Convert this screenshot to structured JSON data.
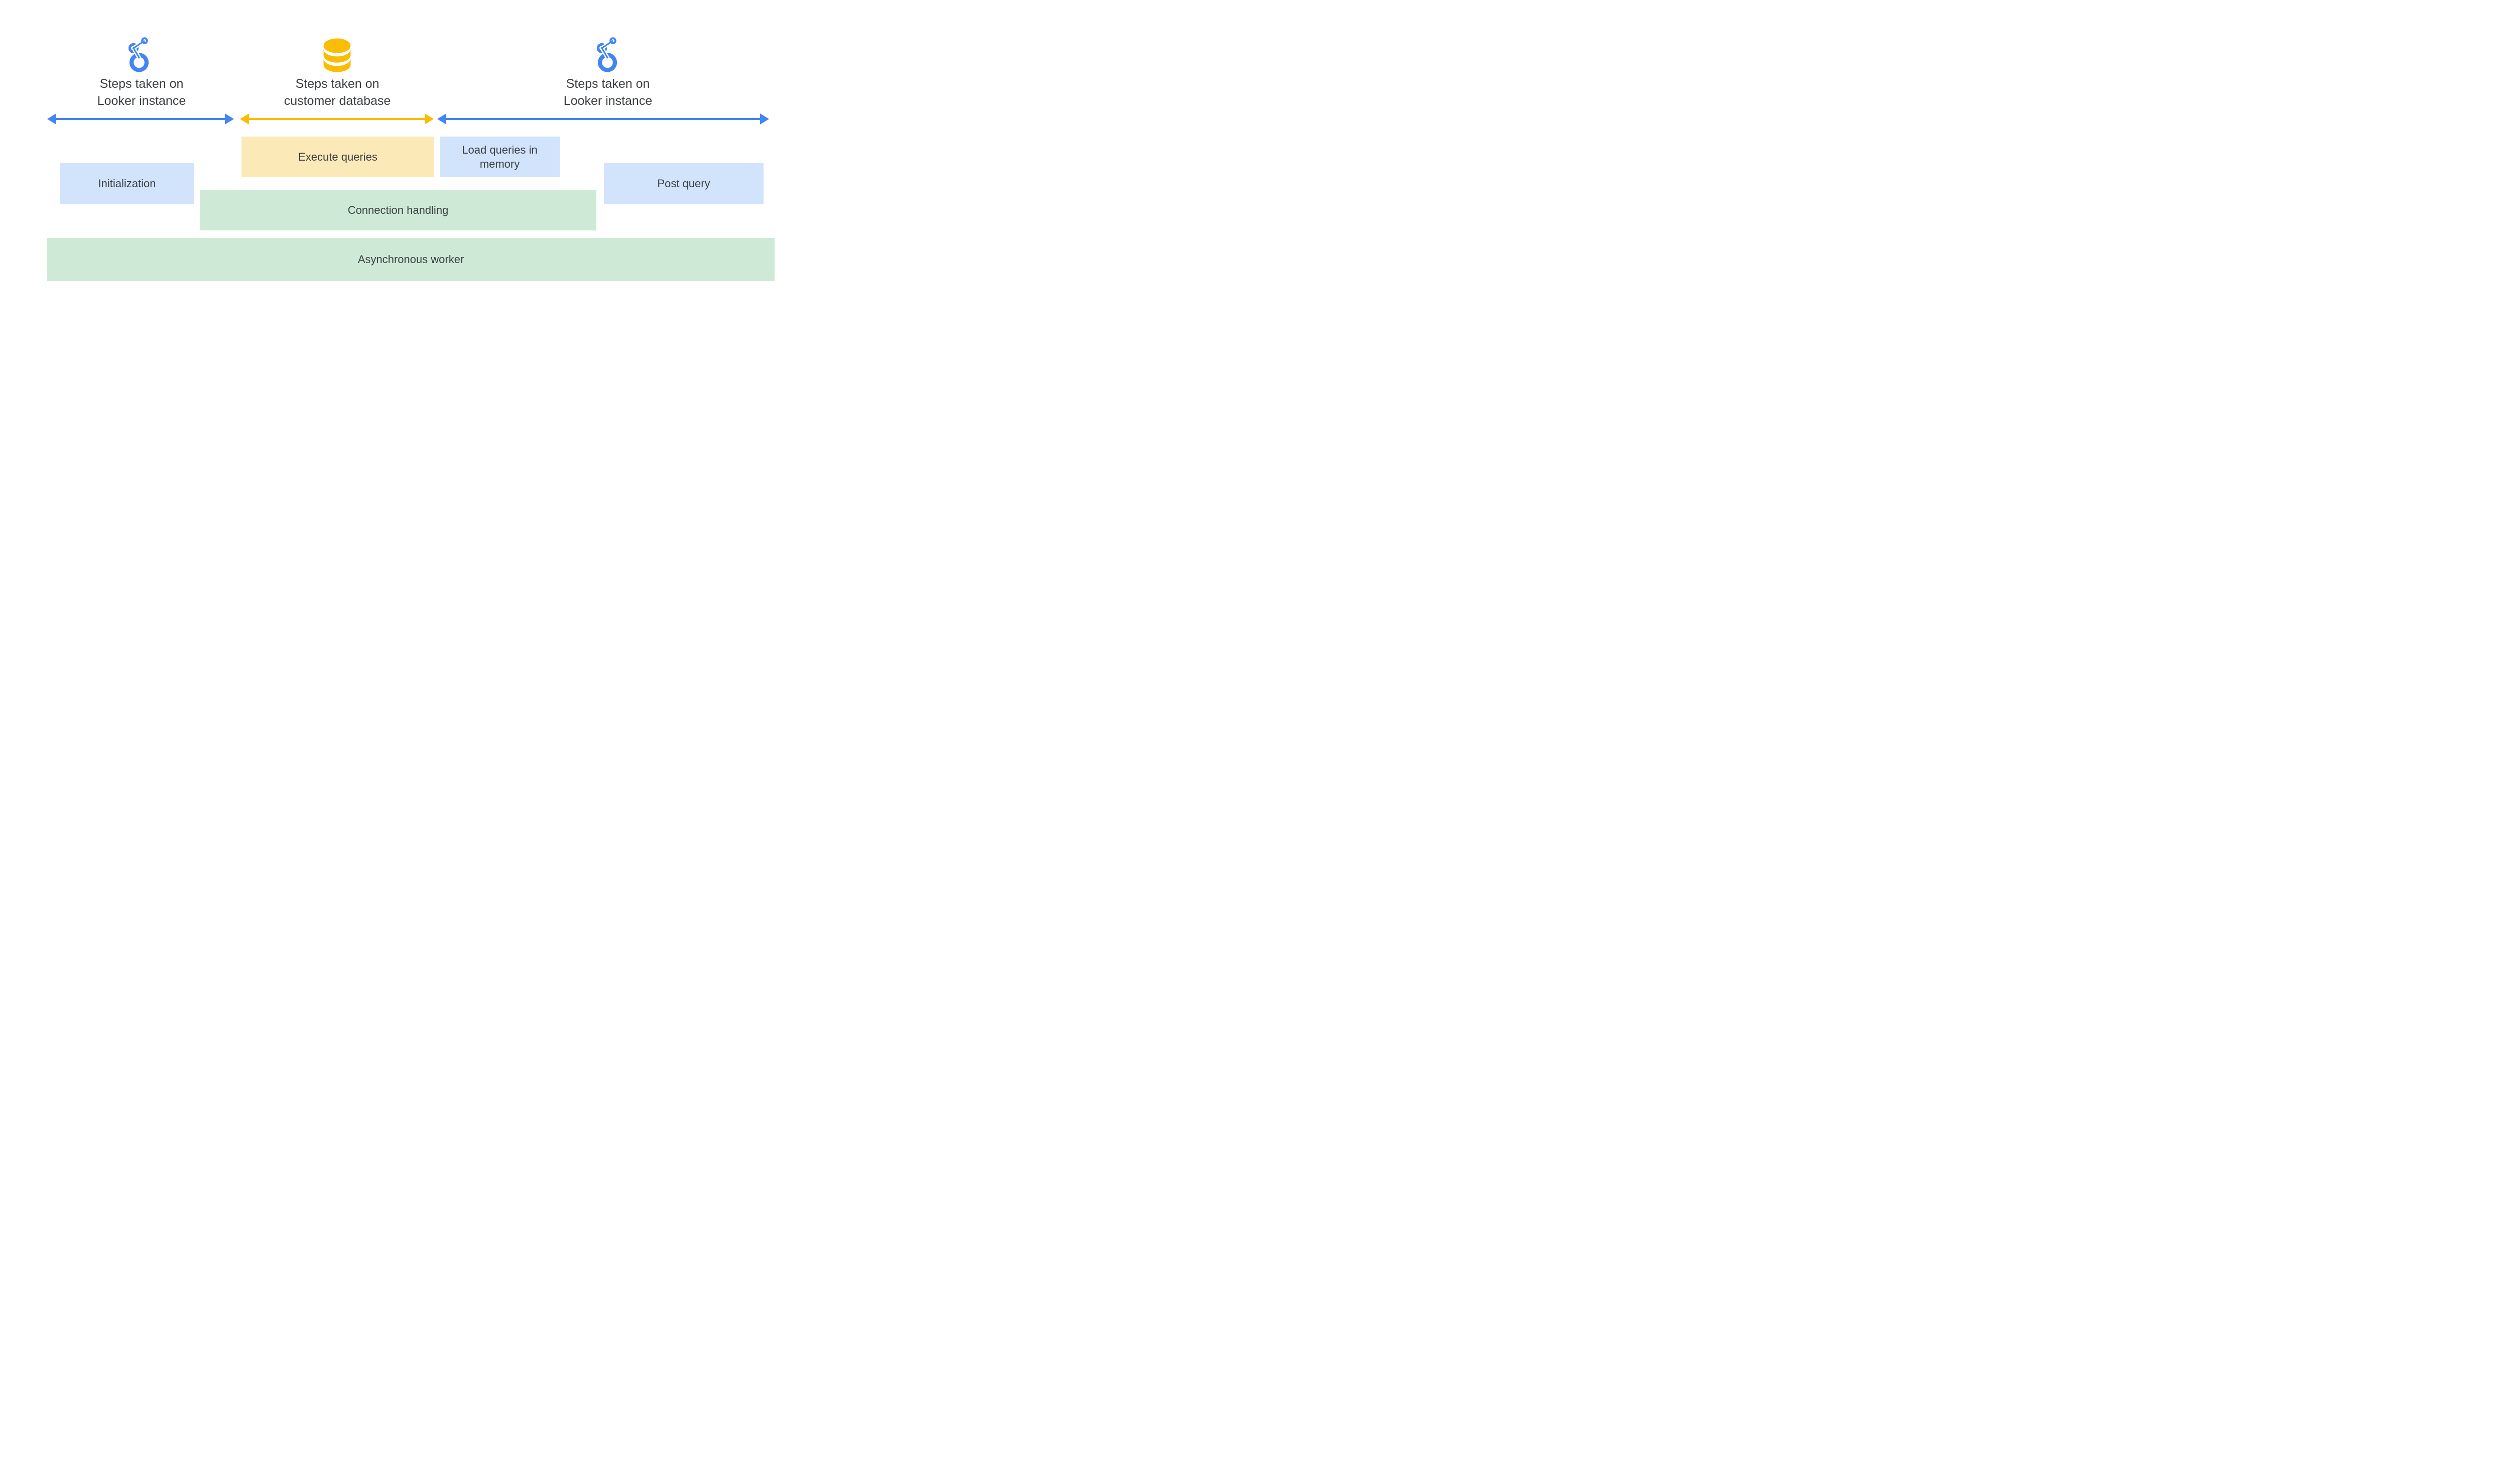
{
  "colors": {
    "looker_blue": "#4285F4",
    "db_yellow": "#FBBC04",
    "arrow_blue": "#4285F4",
    "arrow_yellow": "#FBBC04",
    "box_blue": "#D2E3FC",
    "box_yellow": "#FCE9B8",
    "box_green": "#CEEAD6",
    "text": "#3C4043",
    "background": "#FFFFFF"
  },
  "sections": [
    {
      "id": "left-looker",
      "icon": "looker-icon",
      "label_line1": "Steps taken on",
      "label_line2": "Looker instance"
    },
    {
      "id": "customer-db",
      "icon": "database-icon",
      "label_line1": "Steps taken on",
      "label_line2": "customer database"
    },
    {
      "id": "right-looker",
      "icon": "looker-icon",
      "label_line1": "Steps taken on",
      "label_line2": "Looker instance"
    }
  ],
  "boxes": {
    "execute_queries": "Execute queries",
    "load_queries": "Load queries in memory",
    "initialization": "Initialization",
    "post_query": "Post query",
    "connection_handling": "Connection handling",
    "async_worker": "Asynchronous worker"
  }
}
